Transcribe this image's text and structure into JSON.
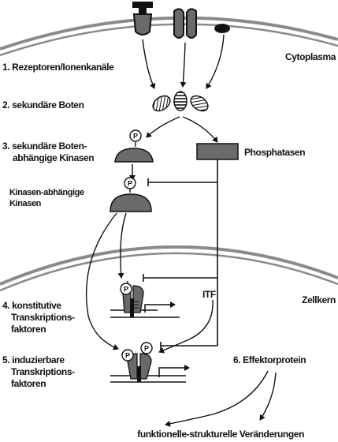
{
  "regions": {
    "cytoplasm": "Cytoplasma",
    "nucleus": "Zellkern"
  },
  "steps": {
    "s1": "1. Rezeptoren/Ionenkanäle",
    "s2": "2. sekundäre Boten",
    "s3_line1": "3. sekundäre Boten-",
    "s3_line2": "abhängige Kinasen",
    "kdk_line1": "Kinasen-abhängige",
    "kdk_line2": "Kinasen",
    "s4_line1": "4. konstitutive",
    "s4_line2": "Transkriptions-",
    "s4_line3": "faktoren",
    "s5_line1": "5. induzierbare",
    "s5_line2": "Transkriptions-",
    "s5_line3": "faktoren",
    "s6": "6. Effektorprotein"
  },
  "labels": {
    "phosphatases": "Phosphatasen",
    "itf": "ITF",
    "phospho": "P",
    "outcome": "funktionelle-strukturelle Veränderungen"
  },
  "colors": {
    "ink": "#111111",
    "fill_gray": "#6a6a6a",
    "membrane_gray": "#8a8a8a"
  }
}
